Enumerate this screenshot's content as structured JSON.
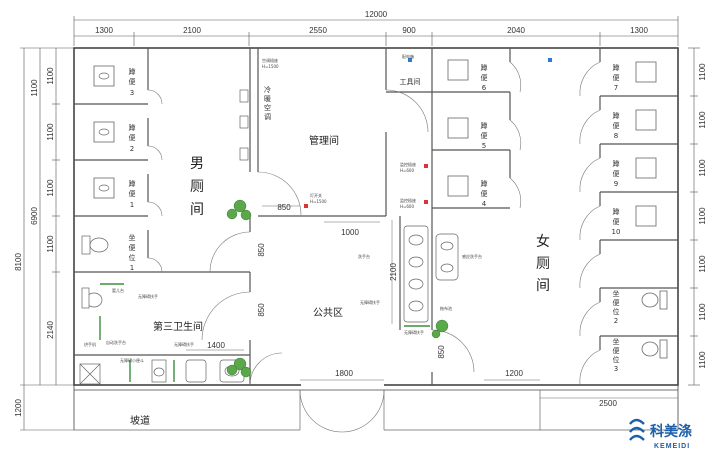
{
  "dims": {
    "total_width": "12000",
    "top": [
      "1300",
      "2100",
      "2550",
      "900",
      "2040",
      "1300"
    ],
    "left_outer": [
      "8100",
      "6900",
      "1200"
    ],
    "left_rows": [
      "1100",
      "1100",
      "1100",
      "1100",
      "1100",
      "2140"
    ],
    "right_rows": [
      "1100",
      "1100",
      "1100",
      "1100",
      "1100",
      "1100",
      "1100"
    ],
    "d850_a": "850",
    "d850_b": "850",
    "d850_c": "850",
    "d850_d": "850",
    "d1000": "1000",
    "d2100": "2100",
    "d1400": "1400",
    "d1800": "1800",
    "d1200_b": "1200",
    "d2500": "2500"
  },
  "rooms": {
    "mens": [
      "男",
      "厕",
      "间"
    ],
    "womens": [
      "女",
      "厕",
      "间"
    ],
    "management": "管理间",
    "public": "公共区",
    "third": "第三卫生间",
    "tool": "工具间",
    "ramp": "坡道",
    "cold": [
      "冷",
      "暖",
      "空",
      "调"
    ]
  },
  "stalls_left": [
    {
      "type": [
        "蹲",
        "便"
      ],
      "num": "3"
    },
    {
      "type": [
        "蹲",
        "便"
      ],
      "num": "2"
    },
    {
      "type": [
        "蹲",
        "便"
      ],
      "num": "1"
    },
    {
      "type": [
        "坐",
        "便",
        "位"
      ],
      "num": "1"
    }
  ],
  "stalls_mid": [
    {
      "type": [
        "蹲",
        "便"
      ],
      "num": "6"
    },
    {
      "type": [
        "蹲",
        "便"
      ],
      "num": "5"
    },
    {
      "type": [
        "蹲",
        "便"
      ],
      "num": "4"
    }
  ],
  "stalls_right": [
    {
      "type": [
        "蹲",
        "便"
      ],
      "num": "7"
    },
    {
      "type": [
        "蹲",
        "便"
      ],
      "num": "8"
    },
    {
      "type": [
        "蹲",
        "便"
      ],
      "num": "9"
    },
    {
      "type": [
        "蹲",
        "便"
      ],
      "num": "10"
    },
    {
      "type": [
        "坐",
        "便",
        "位"
      ],
      "num": "2"
    },
    {
      "type": [
        "坐",
        "便",
        "位"
      ],
      "num": "3"
    }
  ],
  "notes": {
    "a": "空调插座",
    "a2": "H=1500",
    "b": "配电箱",
    "c": "灯开关",
    "c2": "H=1500",
    "d": "监控插座",
    "d2": "H=600",
    "e": "监控插座",
    "e2": "H=600",
    "f": "洗手台",
    "g": "无障碍扶手",
    "h": "婴儿台",
    "i": "无障碍扶手",
    "j": "无障碍小便斗",
    "k": "烘手机",
    "l": "无障碍扶手",
    "m": "自动洗手台",
    "n": "感应洗手台",
    "o": "拖布池",
    "p": "无障碍扶手"
  },
  "logo": {
    "cn": "科美涤",
    "en": "KEMEIDI",
    "color": "#1d5fa8"
  }
}
